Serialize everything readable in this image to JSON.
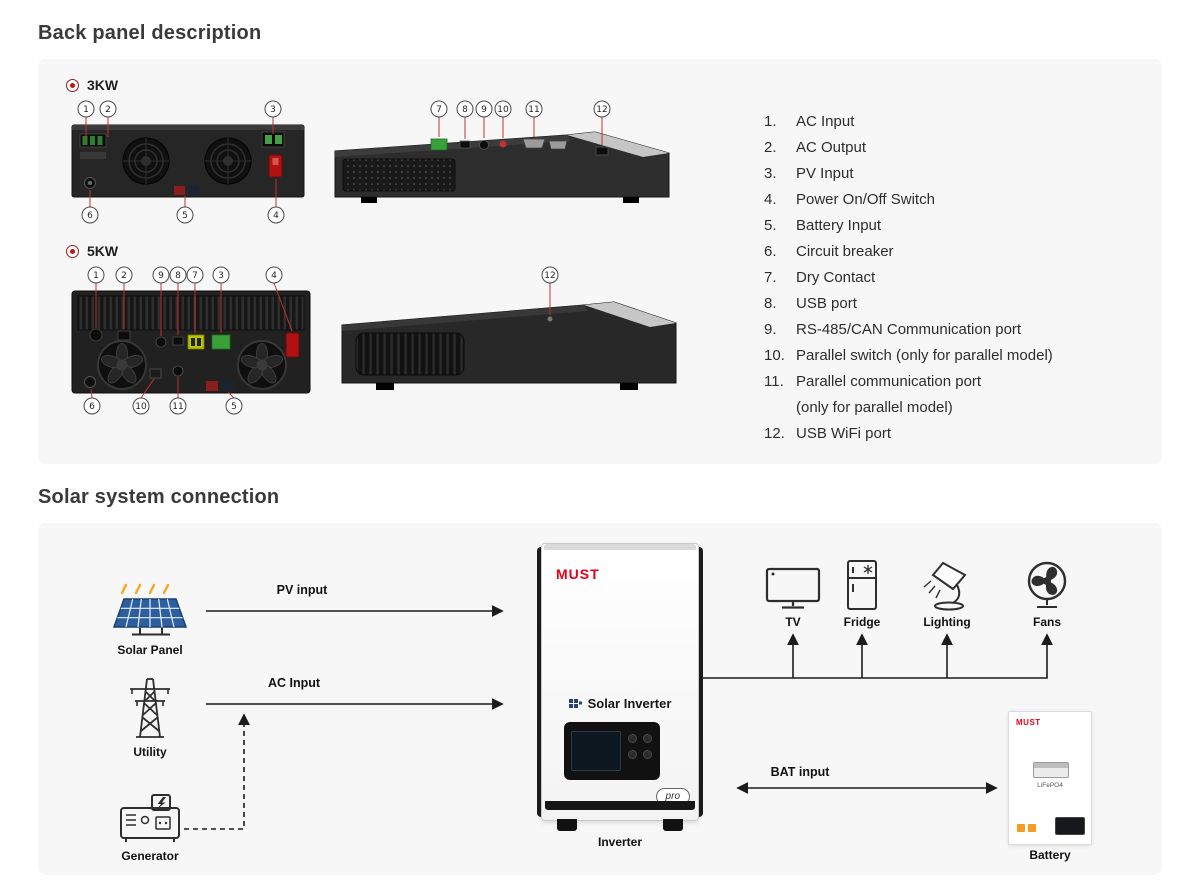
{
  "sections": {
    "back_panel": {
      "title": "Back panel description"
    },
    "solar": {
      "title": "Solar system connection"
    }
  },
  "colors": {
    "brand_red": "#e60012",
    "callout_line_red": "#c23030",
    "panel_bg": "#f7f7f8",
    "solar_panel_blue": "#2d5f9e",
    "sun_orange": "#f5a623"
  },
  "back_panel": {
    "models": {
      "kw3": "3KW",
      "kw5": "5KW"
    },
    "kw3": {
      "rear_top": [
        "1",
        "2",
        "3"
      ],
      "rear_bottom": [
        "6",
        "5",
        "4"
      ],
      "side_top": [
        "7",
        "8",
        "9",
        "10",
        "11",
        "12"
      ]
    },
    "kw5": {
      "rear_top": [
        "1",
        "2",
        "9",
        "8",
        "7",
        "3",
        "4"
      ],
      "rear_bottom": [
        "6",
        "10",
        "11",
        "5"
      ],
      "side_top": [
        "12"
      ]
    },
    "legend": [
      {
        "n": "1.",
        "t": "AC Input"
      },
      {
        "n": "2.",
        "t": "AC Output"
      },
      {
        "n": "3.",
        "t": "PV Input"
      },
      {
        "n": "4.",
        "t": "Power On/Off Switch"
      },
      {
        "n": "5.",
        "t": "Battery Input"
      },
      {
        "n": "6.",
        "t": "Circuit breaker"
      },
      {
        "n": "7.",
        "t": "Dry Contact"
      },
      {
        "n": "8.",
        "t": "USB port"
      },
      {
        "n": "9.",
        "t": "RS-485/CAN Communication port"
      },
      {
        "n": "10.",
        "t": "Parallel switch (only for parallel model)"
      },
      {
        "n": "11.",
        "t": "Parallel communication port",
        "sub": "(only for parallel model)"
      },
      {
        "n": "12.",
        "t": "USB WiFi port"
      }
    ]
  },
  "solar": {
    "flows": {
      "pv": "PV input",
      "ac": "AC Input",
      "bat": "BAT input"
    },
    "nodes": {
      "solar_panel": "Solar Panel",
      "utility": "Utility",
      "generator": "Generator",
      "inverter": "Inverter",
      "tv": "TV",
      "fridge": "Fridge",
      "lighting": "Lighting",
      "fans": "Fans",
      "battery": "Battery"
    },
    "inverter": {
      "brand": "MUST",
      "product": "Solar Inverter",
      "badge": "pro"
    },
    "battery": {
      "brand": "MUST",
      "chem": "LiFePO4"
    }
  }
}
